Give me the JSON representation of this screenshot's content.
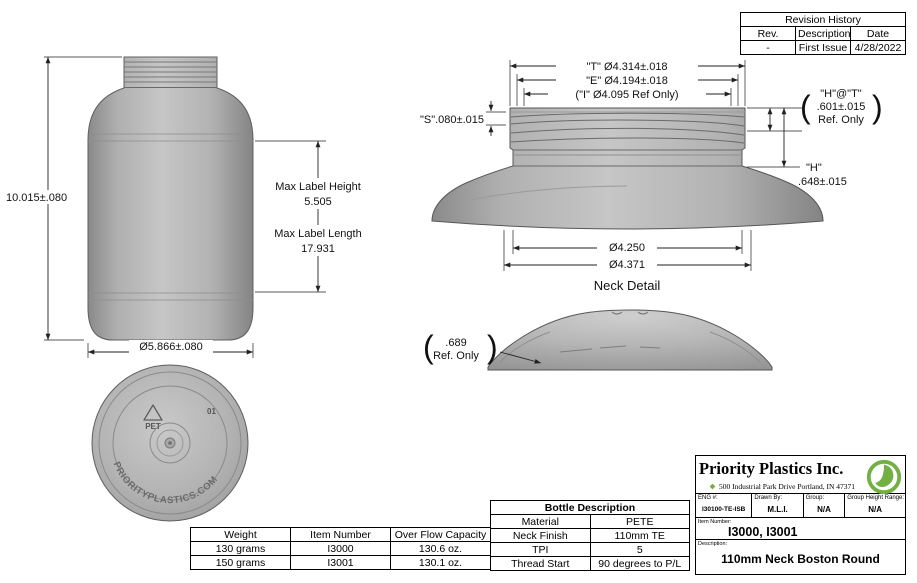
{
  "revision_history": {
    "title": "Revision History",
    "col_rev": "Rev.",
    "col_description": "Description",
    "col_date": "Date",
    "rows": [
      {
        "rev": "-",
        "description": "First Issue",
        "date": "4/28/2022"
      }
    ]
  },
  "side_view": {
    "overall_height": "10.015±.080",
    "max_label_height_label": "Max Label Height",
    "max_label_height_value": "5.505",
    "max_label_length_label": "Max Label Length",
    "max_label_length_value": "17.931",
    "base_diameter": "Ø5.866±.080"
  },
  "bottom_view": {
    "resin_code": "01",
    "resin_material": "PET",
    "brand_text": "PRIORITYPLASTICS.COM"
  },
  "neck_detail": {
    "title": "Neck Detail",
    "dim_t": "\"T\" Ø4.314±.018",
    "dim_e": "\"E\" Ø4.194±.018",
    "dim_i": "(\"I\" Ø4.095 Ref Only)",
    "dim_s": "\"S\".080±.015",
    "dim_h_at_t_line1": "\"H\"@\"T\"",
    "dim_h_at_t_line2": ".601±.015",
    "dim_h_at_t_line3": "Ref. Only",
    "dim_h_line1": "\"H\"",
    "dim_h_line2": ".648±.015",
    "dim_inner": "Ø4.250",
    "dim_outer": "Ø4.371",
    "paren_open": "(",
    "paren_close": ")"
  },
  "cap_detail": {
    "dim_line1": ".689",
    "dim_line2": "Ref. Only",
    "paren_open": "(",
    "paren_close": ")"
  },
  "weight_table": {
    "headers": [
      "Weight",
      "Item Number",
      "Over Flow Capacity"
    ],
    "rows": [
      [
        "130 grams",
        "I3000",
        "130.6 oz."
      ],
      [
        "150 grams",
        "I3001",
        "130.1 oz."
      ]
    ]
  },
  "bottle_description": {
    "title": "Bottle Description",
    "rows": [
      [
        "Material",
        "PETE"
      ],
      [
        "Neck Finish",
        "110mm TE"
      ],
      [
        "TPI",
        "5"
      ],
      [
        "Thread Start",
        "90 degrees to P/L"
      ]
    ]
  },
  "title_block": {
    "company": "Priority Plastics Inc.",
    "address": "500 Industrial Park Drive Portland, IN 47371",
    "eng_label": "ENG #:",
    "eng_value": "I30100-TE-ISB",
    "drawn_by_label": "Drawn By:",
    "drawn_by_value": "M.L.I.",
    "group_label": "Group:",
    "group_value": "N/A",
    "group_height_label": "Group Height Range:",
    "group_height_value": "N/A",
    "item_label": "Item Number:",
    "item_value": "I3000, I3001",
    "description_label": "Description:",
    "description_value": "110mm Neck Boston Round"
  },
  "colors": {
    "logo_green": "#72b042"
  }
}
